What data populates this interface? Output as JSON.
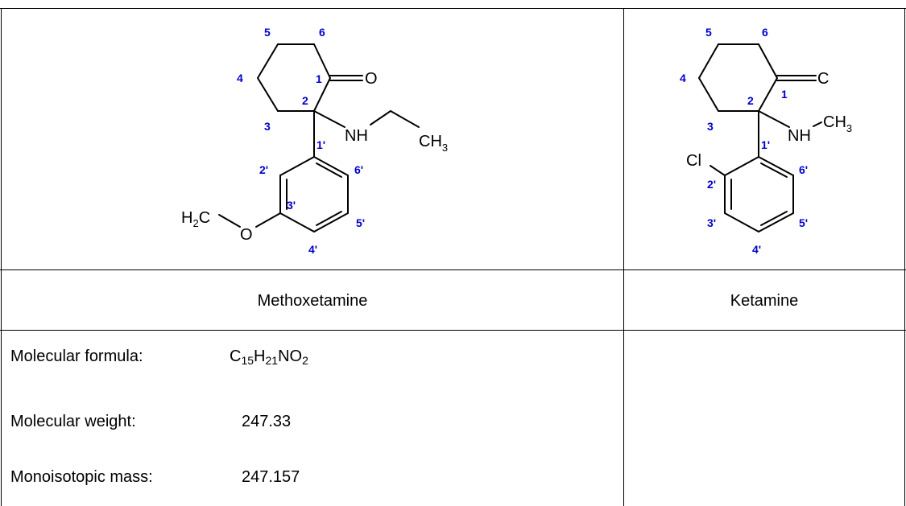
{
  "methoxetamine": {
    "name": "Methoxetamine",
    "atoms": {
      "oxygen_carbonyl": "O",
      "nh": "NH",
      "ch3_c": "CH",
      "ch3_sub": "3",
      "h2c_h": "H",
      "h2c_sub": "2",
      "h2c_c": "C",
      "oxygen_ether": "O"
    },
    "ring_numbers": [
      "1",
      "2",
      "3",
      "4",
      "5",
      "6"
    ],
    "aryl_numbers": [
      "1'",
      "2'",
      "3'",
      "4'",
      "5'",
      "6'"
    ],
    "formula_label": "Molecular formula:",
    "formula": {
      "c": "C",
      "c_n": "15",
      "h": "H",
      "h_n": "21",
      "rest": "NO",
      "o_n": "2"
    },
    "weight_label": "Molecular weight:",
    "weight_value": "247.33",
    "mono_label": "Monoisotopic mass:",
    "mono_value": "247.157"
  },
  "ketamine": {
    "name": "Ketamine",
    "atoms": {
      "carbonyl": "C",
      "nh": "NH",
      "ch3_c": "CH",
      "ch3_sub": "3",
      "cl": "Cl"
    },
    "ring_numbers": [
      "1",
      "2",
      "3",
      "4",
      "5",
      "6"
    ],
    "aryl_numbers": [
      "1'",
      "2'",
      "3'",
      "4'",
      "5'",
      "6'"
    ]
  }
}
